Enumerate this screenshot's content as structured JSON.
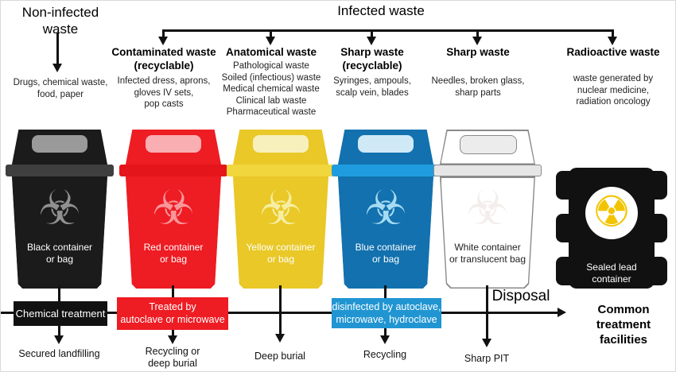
{
  "figure": {
    "non_infected": {
      "title": "Non-infected\nwaste",
      "desc": "Drugs, chemical waste,\nfood, paper"
    },
    "infected_title": "Infected waste",
    "categories": [
      {
        "title": "Contaminated waste\n(recyclable)",
        "desc": "Infected dress, aprons,\ngloves IV sets,\npop casts"
      },
      {
        "title": "Anatomical waste",
        "desc": "Pathological waste\nSoiled (infectious) waste\nMedical chemical waste\nClinical lab waste\nPharmaceutical waste"
      },
      {
        "title": "Sharp waste\n(recyclable)",
        "desc": "Syringes, ampouls,\nscalp vein, blades"
      },
      {
        "title": "Sharp waste",
        "desc": "Needles, broken glass,\nsharp parts"
      },
      {
        "title": "Radioactive waste",
        "desc": "waste generated by\nnuclear medicine,\nradiation oncology"
      }
    ]
  },
  "icons": {
    "biohazard": "☣",
    "radiation": "☢"
  },
  "bins": [
    {
      "name": "black-container",
      "label": "Black container\nor bag",
      "symbol": "biohazard",
      "colors": {
        "body": "#1b1b1b",
        "band": "#3f3f3f",
        "flap": "#9a9a9a",
        "symbol": "#909090",
        "text": "#ffffff"
      }
    },
    {
      "name": "red-container",
      "label": "Red container\nor bag",
      "symbol": "biohazard",
      "colors": {
        "body": "#ee1c23",
        "band": "#e5151c",
        "flap": "#f9aeb2",
        "symbol": "#f8969a",
        "text": "#ffffff"
      }
    },
    {
      "name": "yellow-container",
      "label": "Yellow container\nor bag",
      "symbol": "biohazard",
      "colors": {
        "body": "#e9c827",
        "band": "#f2d63e",
        "flap": "#f7f0bd",
        "symbol": "#f6eea2",
        "text": "#ffffff"
      }
    },
    {
      "name": "blue-container",
      "label": "Blue container\nor bag",
      "symbol": "biohazard",
      "colors": {
        "body": "#1271ae",
        "band": "#1f9cdf",
        "flap": "#cfe9f7",
        "symbol": "#a5dbf3",
        "text": "#ffffff"
      }
    },
    {
      "name": "white-container",
      "label": "White container\nor translucent bag",
      "symbol": "biohazard",
      "colors": {
        "body": "#ffffff",
        "band": "#e6e6e6",
        "flap": "#ececec",
        "symbol": "#f3eeec",
        "text": "#222222",
        "outline": "#8a8a8a"
      }
    },
    {
      "name": "sealed-lead-container",
      "label": "Sealed lead\ncontainer",
      "symbol": "radiation",
      "colors": {
        "body": "#111111",
        "circle": "#ffffff",
        "symbol": "#f2c400",
        "text": "#ffffff"
      }
    }
  ],
  "treatments": {
    "chemical_box": "Chemical treatment",
    "autoclave_box": "Treated by\nautoclave or microwave",
    "disinfect_box": "disinfected by autoclave,\nmicrowave, hydroclave",
    "disposal": "Disposal",
    "common": "Common treatment\nfacilities"
  },
  "box_colors": {
    "chemical": "#111111",
    "autoclave": "#ee1c23",
    "disinfect": "#2095d2"
  },
  "outcomes": [
    "Secured landfilling",
    "Recycling or\ndeep burial",
    "Deep burial",
    "Recycling",
    "Sharp PIT"
  ]
}
